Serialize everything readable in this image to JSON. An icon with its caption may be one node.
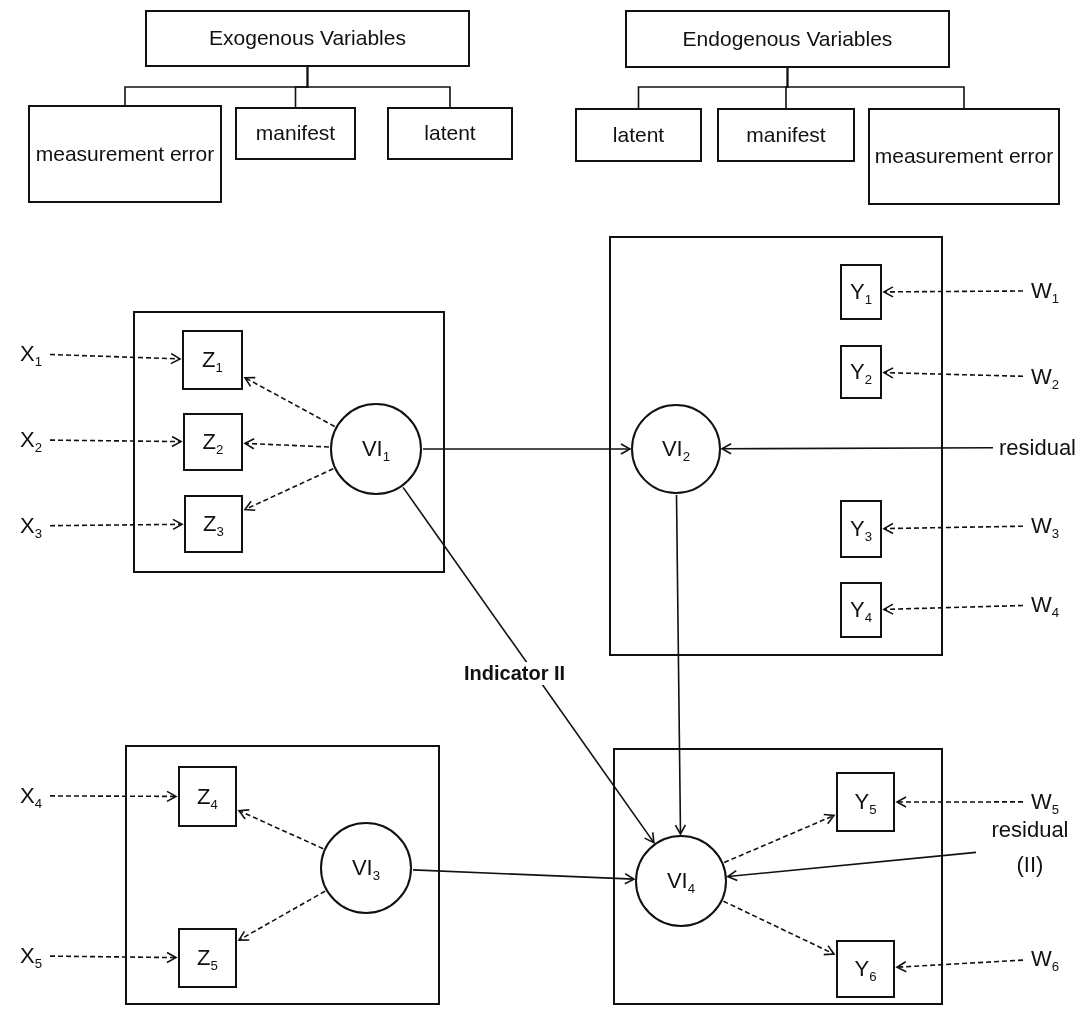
{
  "diagram": {
    "nodes": [
      {
        "text": [
          "Exogenous Variables"
        ]
      },
      {
        "text": [
          "Endogenous Variables"
        ]
      },
      {
        "text": [
          "measurement error"
        ]
      },
      {
        "text": [
          "manifest"
        ]
      },
      {
        "text": [
          "latent"
        ]
      },
      {
        "text": [
          "latent"
        ]
      },
      {
        "text": [
          "manifest"
        ]
      },
      {
        "text": [
          "measurement error"
        ]
      },
      {
        "text": [],
        "shape": "box"
      },
      {
        "text": [
          "Z$_{1}$"
        ],
        "in": 8
      },
      {
        "text": [
          "Z$_{2}$"
        ],
        "in": 8
      },
      {
        "text": [
          "Z$_{3}$"
        ],
        "in": 8
      },
      {
        "text": [
          "VI$_{1}$"
        ],
        "in": 8
      },
      {
        "text": [],
        "shape": "box"
      },
      {
        "text": [
          "Y$_{1}$"
        ],
        "in": 13
      },
      {
        "text": [
          "Y$_{2}$"
        ],
        "in": 13
      },
      {
        "text": [
          "VI$_{2}$"
        ],
        "in": 13
      },
      {
        "text": [
          "Y$_{3}$"
        ],
        "in": 13
      },
      {
        "text": [
          "Y$_{4}$"
        ],
        "in": 13
      },
      {
        "text": [],
        "shape": "box"
      },
      {
        "text": [
          "Z$_{4}$"
        ],
        "in": 19
      },
      {
        "text": [
          "VI$_{3}$"
        ],
        "in": 19
      },
      {
        "text": [
          "Z$_{5}$"
        ],
        "in": 19
      },
      {
        "text": [],
        "shape": "box"
      },
      {
        "text": [
          "VI$_{4}$"
        ],
        "in": 23
      },
      {
        "text": [
          "Y$_{5}$"
        ],
        "in": 23
      },
      {
        "text": [
          "Y$_{6}$"
        ],
        "in": 23
      },
      {
        "text": [
          "X$_{1}$"
        ]
      },
      {
        "text": [
          "X$_{2}$"
        ]
      },
      {
        "text": [
          "X$_{3}$"
        ]
      },
      {
        "text": [
          "W$_{1}$"
        ]
      },
      {
        "text": [
          "W$_{2}$"
        ]
      },
      {
        "text": [
          "residual"
        ]
      },
      {
        "text": [
          "W$_{3}$"
        ]
      },
      {
        "text": [
          "W$_{4}$"
        ]
      },
      {
        "text": [
          "X$_{4}$"
        ]
      },
      {
        "text": [
          "X$_{5}$"
        ]
      },
      {
        "text": [
          "W$_{5}$"
        ]
      },
      {
        "text": [
          "residual (II)"
        ]
      },
      {
        "text": [
          "W$_{6}$"
        ]
      }
    ],
    "edges": [
      {
        "from": 0,
        "to": 2,
        "arrow": "none"
      },
      {
        "from": 0,
        "to": 3,
        "arrow": "none"
      },
      {
        "from": 0,
        "to": 4,
        "arrow": "none"
      },
      {
        "from": 1,
        "to": 5,
        "arrow": "none"
      },
      {
        "from": 1,
        "to": 6,
        "arrow": "none"
      },
      {
        "from": 1,
        "to": 7,
        "arrow": "none"
      },
      {
        "from": 27,
        "to": 9,
        "arrow": "to",
        "style": "dashed"
      },
      {
        "from": 28,
        "to": 10,
        "arrow": "to",
        "style": "dashed"
      },
      {
        "from": 29,
        "to": 11,
        "arrow": "to",
        "style": "dashed"
      },
      {
        "from": 12,
        "to": 9,
        "arrow": "to",
        "style": "dashed"
      },
      {
        "from": 12,
        "to": 10,
        "arrow": "to",
        "style": "dashed"
      },
      {
        "from": 12,
        "to": 11,
        "arrow": "to",
        "style": "dashed"
      },
      {
        "from": 12,
        "to": 16,
        "arrow": "to"
      },
      {
        "from": 32,
        "to": 16,
        "arrow": "to"
      },
      {
        "from": 30,
        "to": 14,
        "arrow": "to",
        "style": "dashed"
      },
      {
        "from": 31,
        "to": 15,
        "arrow": "to",
        "style": "dashed"
      },
      {
        "from": 33,
        "to": 17,
        "arrow": "to",
        "style": "dashed"
      },
      {
        "from": 34,
        "to": 18,
        "arrow": "to",
        "style": "dashed"
      },
      {
        "from": 12,
        "to": 24,
        "arrow": "to"
      },
      {
        "from": 16,
        "to": 24,
        "arrow": "to"
      },
      {
        "from": 35,
        "to": 20,
        "arrow": "to",
        "style": "dashed"
      },
      {
        "from": 36,
        "to": 22,
        "arrow": "to",
        "style": "dashed"
      },
      {
        "from": 21,
        "to": 20,
        "arrow": "to",
        "style": "dashed"
      },
      {
        "from": 21,
        "to": 22,
        "arrow": "to",
        "style": "dashed"
      },
      {
        "from": 21,
        "to": 24,
        "arrow": "to"
      },
      {
        "from": 24,
        "to": 25,
        "arrow": "to",
        "style": "dashed"
      },
      {
        "from": 24,
        "to": 26,
        "arrow": "to",
        "style": "dashed"
      },
      {
        "from": 37,
        "to": 25,
        "arrow": "to",
        "style": "dashed"
      },
      {
        "from": 39,
        "to": 26,
        "arrow": "to",
        "style": "dashed"
      },
      {
        "from": 38,
        "to": 24,
        "arrow": "to"
      }
    ],
    "labels": [
      "Indicator II"
    ]
  }
}
